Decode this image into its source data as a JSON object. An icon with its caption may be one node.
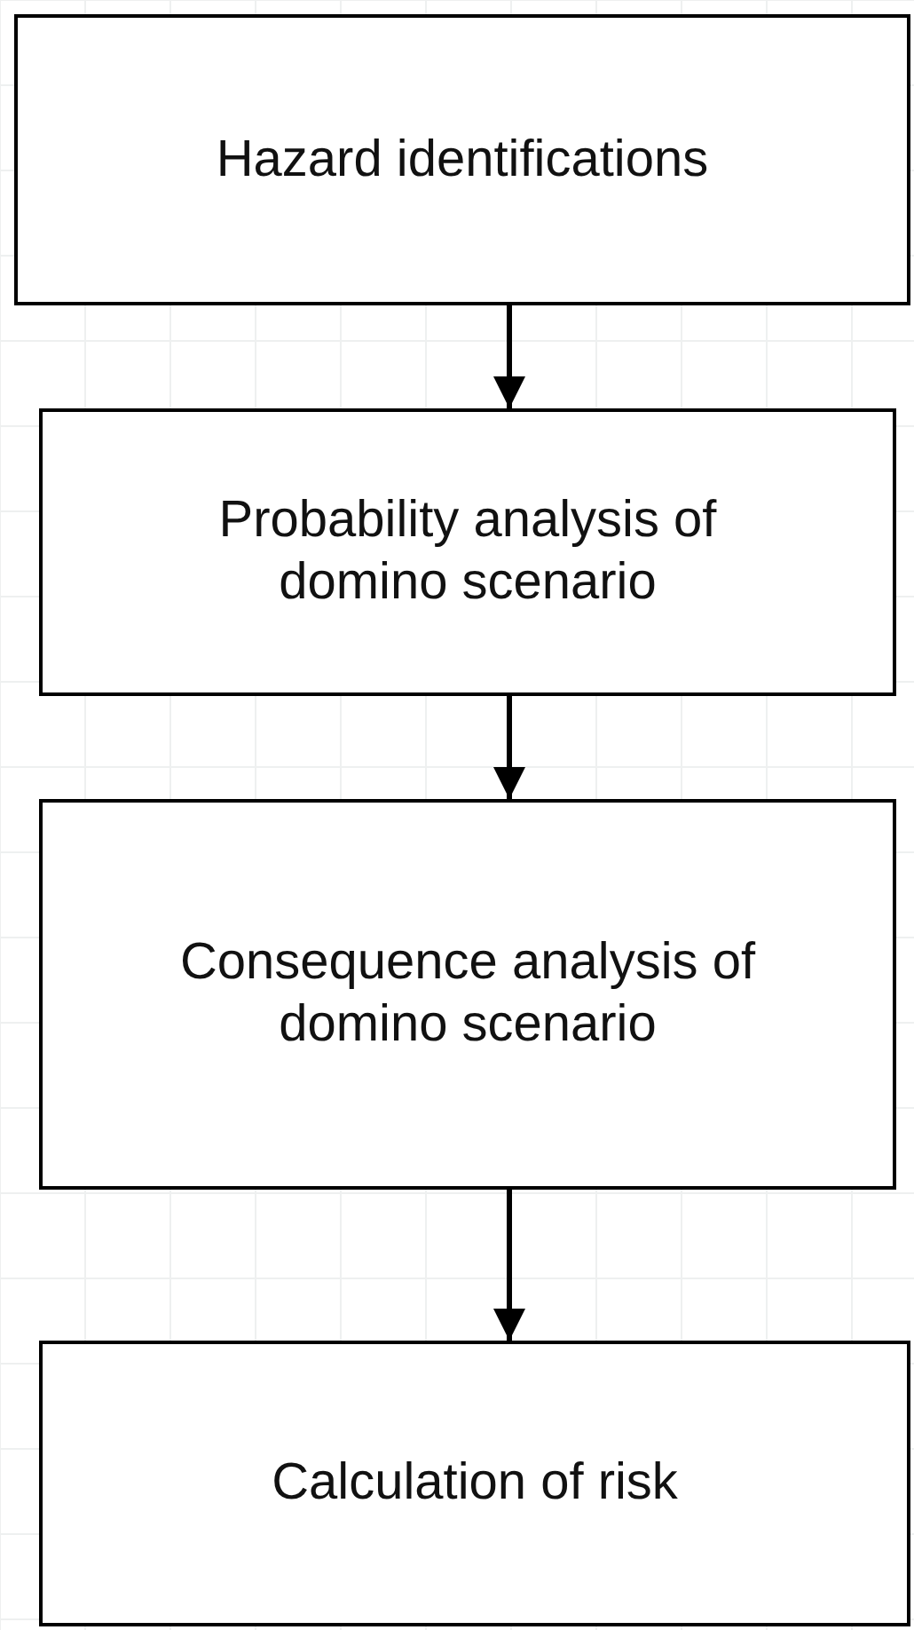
{
  "diagram": {
    "nodes": [
      {
        "text": [
          "Hazard identifications"
        ]
      },
      {
        "text": [
          "Probability analysis of domino scenario"
        ]
      },
      {
        "text": [
          "Consequence analysis of domino scenario"
        ]
      },
      {
        "text": [
          "Calculation of risk"
        ]
      }
    ],
    "edges": [
      {
        "from": 0,
        "to": 1,
        "arrow": "to"
      },
      {
        "from": 1,
        "to": 2,
        "arrow": "to"
      },
      {
        "from": 2,
        "to": 3,
        "arrow": "to"
      }
    ]
  }
}
